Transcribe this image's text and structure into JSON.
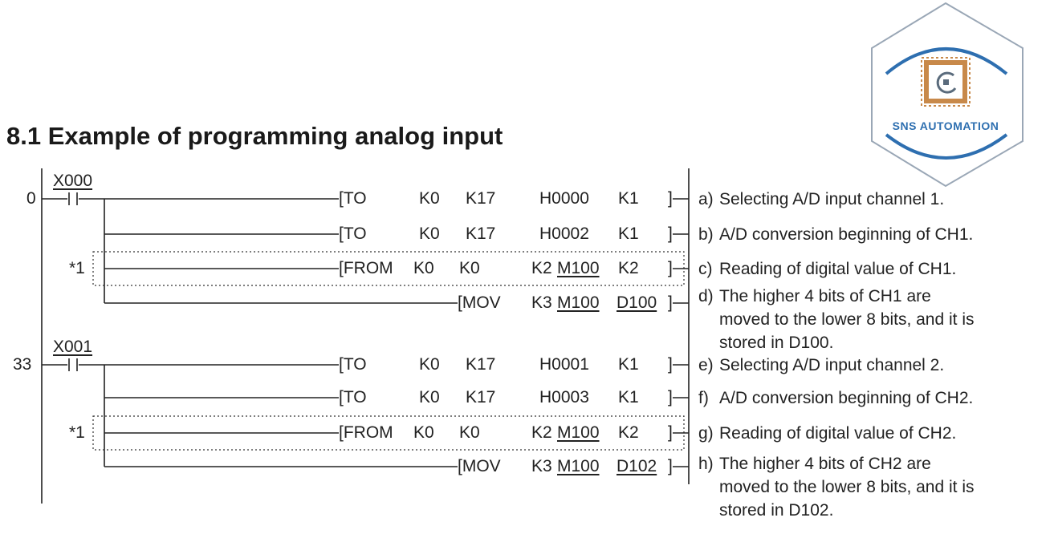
{
  "title": "8.1 Example of programming analog input",
  "logo": {
    "text": "SNS AUTOMATION",
    "accent": "#2e6fb0",
    "chip": "#c8894a"
  },
  "rungs": [
    {
      "step": "0",
      "contact": "X000",
      "note": "*1",
      "rows": [
        {
          "tokens": [
            "[TO",
            "K0",
            "K17",
            "H0000",
            "K1",
            "]"
          ]
        },
        {
          "tokens": [
            "[TO",
            "K0",
            "K17",
            "H0002",
            "K1",
            "]"
          ]
        },
        {
          "tokens": [
            "[FROM",
            "K0",
            "K0",
            "K2",
            "M100",
            "K2",
            "]"
          ]
        },
        {
          "tokens": [
            "[MOV",
            "K3",
            "M100",
            "D100",
            "]"
          ]
        }
      ]
    },
    {
      "step": "33",
      "contact": "X001",
      "note": "*1",
      "rows": [
        {
          "tokens": [
            "[TO",
            "K0",
            "K17",
            "H0001",
            "K1",
            "]"
          ]
        },
        {
          "tokens": [
            "[TO",
            "K0",
            "K17",
            "H0003",
            "K1",
            "]"
          ]
        },
        {
          "tokens": [
            "[FROM",
            "K0",
            "K0",
            "K2",
            "M100",
            "K2",
            "]"
          ]
        },
        {
          "tokens": [
            "[MOV",
            "K3",
            "M100",
            "D102",
            "]"
          ]
        }
      ]
    }
  ],
  "comments": [
    {
      "label": "a)",
      "lines": [
        "Selecting A/D input channel 1."
      ]
    },
    {
      "label": "b)",
      "lines": [
        "A/D conversion beginning of CH1."
      ]
    },
    {
      "label": "c)",
      "lines": [
        "Reading of digital value of CH1."
      ]
    },
    {
      "label": "d)",
      "lines": [
        "The higher 4 bits of CH1 are",
        "moved to the lower 8 bits, and it is",
        "stored in D100."
      ]
    },
    {
      "label": "e)",
      "lines": [
        "Selecting A/D input channel 2."
      ]
    },
    {
      "label": "f)",
      "lines": [
        "A/D conversion beginning of CH2."
      ]
    },
    {
      "label": "g)",
      "lines": [
        "Reading of digital value of CH2."
      ]
    },
    {
      "label": "h)",
      "lines": [
        "The higher 4 bits of CH2 are",
        "moved to the lower 8 bits, and it is",
        "stored in D102."
      ]
    }
  ]
}
